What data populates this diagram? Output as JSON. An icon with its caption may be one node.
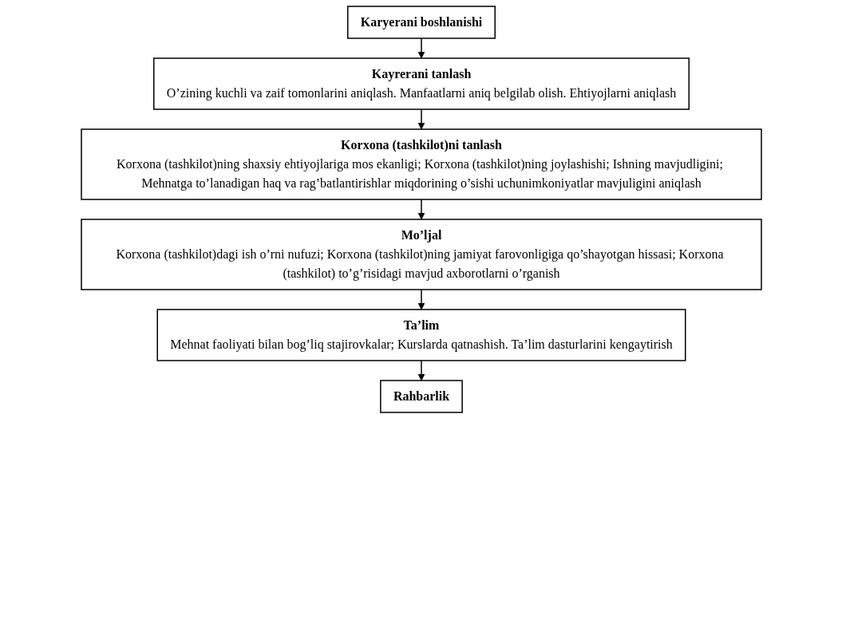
{
  "diagram": {
    "nodes": [
      {
        "text": [
          "Karyerani boshlanishi"
        ]
      },
      {
        "text": [
          "Kayrerani tanlash",
          "O’zining kuchli va zaif tomonlarini aniqlash. Manfaatlarni aniq belgilab olish. Ehtiyojlarni aniqlash"
        ]
      },
      {
        "text": [
          "Korxona (tashkilot)ni tanlash",
          "Korxona (tashkilot)ning shaxsiy ehtiyojlariga mos ekanligi; Korxona (tashkilot)ning joylashishi; Ishning mavjudligini; Mehnatga to’lanadigan haq va rag’batlantirishlar miqdorining o’sishi uchunimkoniyatlar mavjuligini aniqlash"
        ]
      },
      {
        "text": [
          "Mo’ljal",
          "Korxona (tashkilot)dagi ish o’rni nufuzi; Korxona (tashkilot)ning jamiyat farovonligiga qo’shayotgan hissasi; Korxona (tashkilot) to’g’risidagi mavjud axborotlarni o’rganish"
        ]
      },
      {
        "text": [
          "Ta’lim",
          "Mehnat faoliyati bilan bog’liq stajirovkalar; Kurslarda qatnashish. Ta’lim dasturlarini kengaytirish"
        ]
      },
      {
        "text": [
          "Rahbarlik"
        ]
      }
    ],
    "edges": [
      {
        "from": 0,
        "to": 1,
        "arrow": "to"
      },
      {
        "from": 1,
        "to": 2,
        "arrow": "to"
      },
      {
        "from": 2,
        "to": 3,
        "arrow": "to"
      },
      {
        "from": 3,
        "to": 4,
        "arrow": "to"
      },
      {
        "from": 4,
        "to": 5,
        "arrow": "to"
      }
    ]
  }
}
